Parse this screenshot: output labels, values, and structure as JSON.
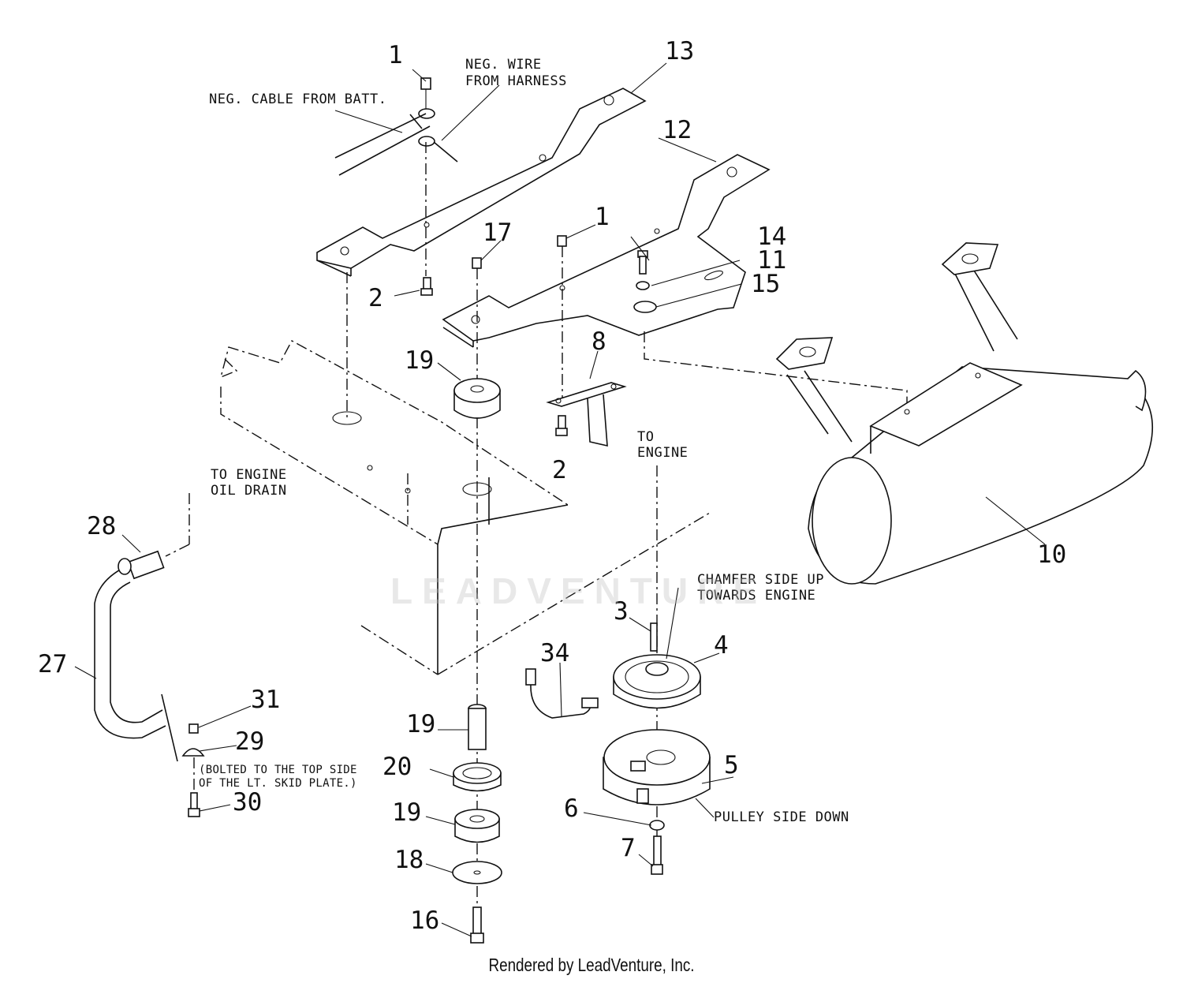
{
  "callouts": {
    "c1a": "1",
    "c1b": "1",
    "c2a": "2",
    "c2b": "2",
    "c3": "3",
    "c4": "4",
    "c5": "5",
    "c6": "6",
    "c7": "7",
    "c8": "8",
    "c10": "10",
    "c11": "11",
    "c12": "12",
    "c13": "13",
    "c14": "14",
    "c15": "15",
    "c16": "16",
    "c17": "17",
    "c18": "18",
    "c19a": "19",
    "c19b": "19",
    "c19c": "19",
    "c20": "20",
    "c27": "27",
    "c28": "28",
    "c29": "29",
    "c30": "30",
    "c31": "31",
    "c34": "34"
  },
  "notes": {
    "neg_cable": "NEG. CABLE FROM BATT.",
    "neg_wire_1": "NEG. WIRE",
    "neg_wire_2": "FROM HARNESS",
    "to_engine_1": "TO",
    "to_engine_2": "ENGINE",
    "oil_drain_1": "TO ENGINE",
    "oil_drain_2": "OIL DRAIN",
    "chamfer_1": "CHAMFER SIDE UP",
    "chamfer_2": "TOWARDS ENGINE",
    "pulley_side": "PULLEY SIDE DOWN",
    "bolted_1": "(BOLTED TO THE TOP SIDE",
    "bolted_2": "OF THE LT. SKID PLATE.)"
  },
  "watermark": "LEADVENTURE",
  "footer": "Rendered by LeadVenture, Inc."
}
